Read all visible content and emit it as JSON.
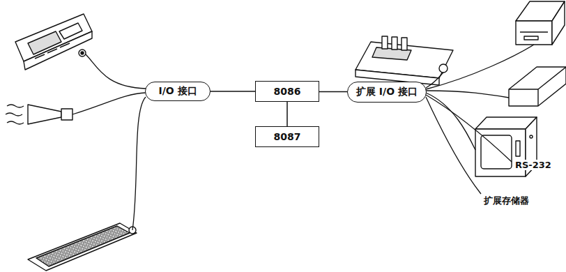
{
  "diagram": {
    "nodes": [
      {
        "text": [
          "I/O 接口"
        ]
      },
      {
        "text": [
          "8086"
        ]
      },
      {
        "text": [
          "8087"
        ]
      },
      {
        "text": [
          "扩展 I/O 接口"
        ]
      }
    ],
    "edges": [
      {
        "from": 0,
        "to": 1,
        "arrow": "none"
      },
      {
        "from": 1,
        "to": 2,
        "arrow": "none"
      },
      {
        "from": 1,
        "to": 3,
        "arrow": "none"
      }
    ],
    "labels": [
      "RS-232",
      "扩展存储器"
    ]
  }
}
